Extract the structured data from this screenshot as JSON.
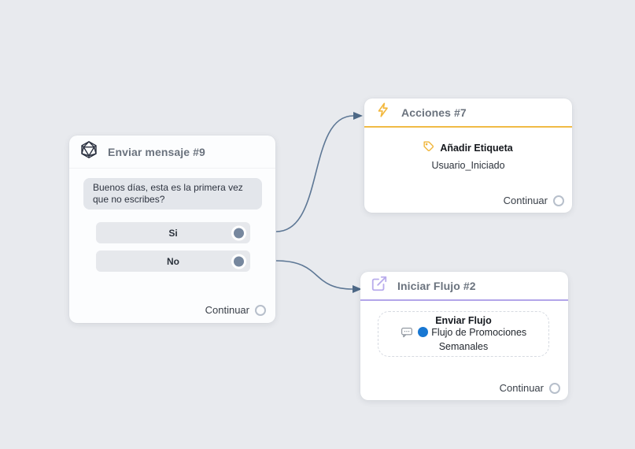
{
  "canvas": {
    "background_color": "#e8eaee",
    "connector_color": "#5d7795"
  },
  "nodes": {
    "send_message": {
      "title": "Enviar mensaje #9",
      "icon": "d20-dice-icon",
      "message_text": "Buenos días, esta es la primera vez que no escribes?",
      "quick_replies": [
        {
          "label": "Si"
        },
        {
          "label": "No"
        }
      ],
      "footer_label": "Continuar"
    },
    "actions": {
      "title": "Acciones #7",
      "icon": "lightning-icon",
      "accent_color": "#f0bb45",
      "action_title": "Añadir Etiqueta",
      "action_value": "Usuario_Iniciado",
      "footer_label": "Continuar"
    },
    "start_flow": {
      "title": "Iniciar Flujo #2",
      "icon": "external-link-icon",
      "accent_color": "#b2a5e9",
      "action_title": "Enviar Flujo",
      "flow_name": "Flujo de Promociones Semanales",
      "flow_badge_color": "#1877d2",
      "footer_label": "Continuar"
    }
  }
}
